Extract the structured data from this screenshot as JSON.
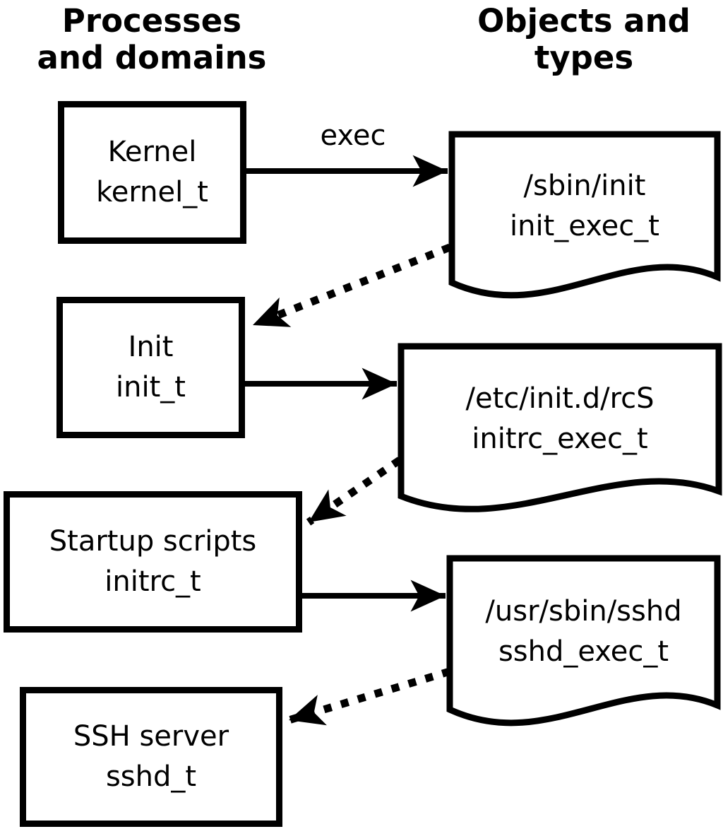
{
  "headings": {
    "left": {
      "line1": "Processes",
      "line2": "and domains"
    },
    "right": {
      "line1": "Objects and",
      "line2": "types"
    }
  },
  "edge_labels": {
    "exec": "exec"
  },
  "processes": [
    {
      "name": "Kernel",
      "type": "kernel_t"
    },
    {
      "name": "Init",
      "type": "init_t"
    },
    {
      "name": "Startup scripts",
      "type": "initrc_t"
    },
    {
      "name": "SSH server",
      "type": "sshd_t"
    }
  ],
  "objects": [
    {
      "path": "/sbin/init",
      "type": "init_exec_t"
    },
    {
      "path": "/etc/init.d/rcS",
      "type": "initrc_exec_t"
    },
    {
      "path": "/usr/sbin/sshd",
      "type": "sshd_exec_t"
    }
  ],
  "colors": {
    "ink": "#000000",
    "background": "#ffffff"
  }
}
